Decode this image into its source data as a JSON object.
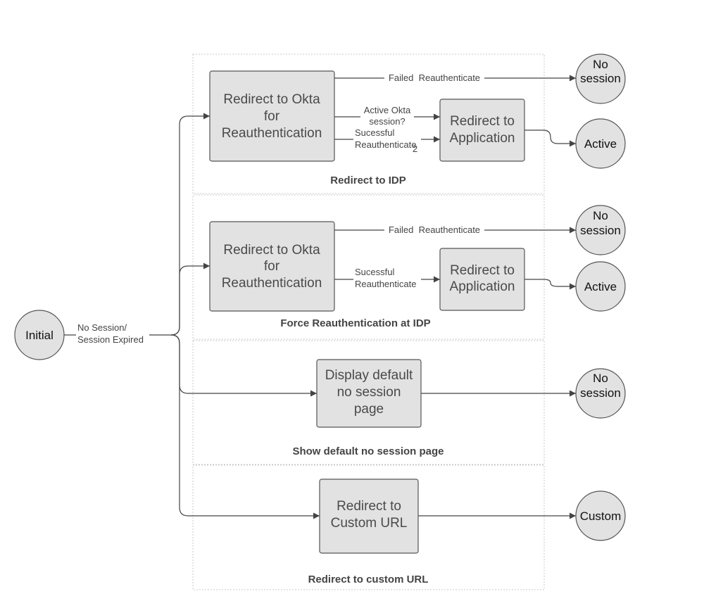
{
  "groups": [
    {
      "title": "Redirect to IDP"
    },
    {
      "title": "Force Reauthentication at IDP"
    },
    {
      "title": "Show default no session page"
    },
    {
      "title": "Redirect to custom URL"
    }
  ],
  "states": {
    "initial": "Initial",
    "no_session_line1": "No",
    "no_session_line2": "session",
    "active": "Active",
    "custom": "Custom"
  },
  "boxes": {
    "okta_reauth": [
      "Redirect to Okta",
      "for",
      "Reauthentication"
    ],
    "redirect_app": [
      "Redirect to",
      "Application"
    ],
    "default_page": [
      "Display default",
      "no session",
      "page"
    ],
    "custom_url": [
      "Redirect to",
      "Custom URL"
    ]
  },
  "edges": {
    "no_session": [
      "No Session/",
      "Session Expired"
    ],
    "failed": "Failed  Reauthenticate",
    "active_okta": [
      "Active Okta",
      "session?"
    ],
    "successful": [
      "Sucessful",
      "Reauthenticate"
    ],
    "stray_mark": "2"
  },
  "colors": {
    "node_fill": "#e2e2e2",
    "node_stroke": "#555555",
    "group_border": "#c8c8c8",
    "edge": "#444444"
  }
}
